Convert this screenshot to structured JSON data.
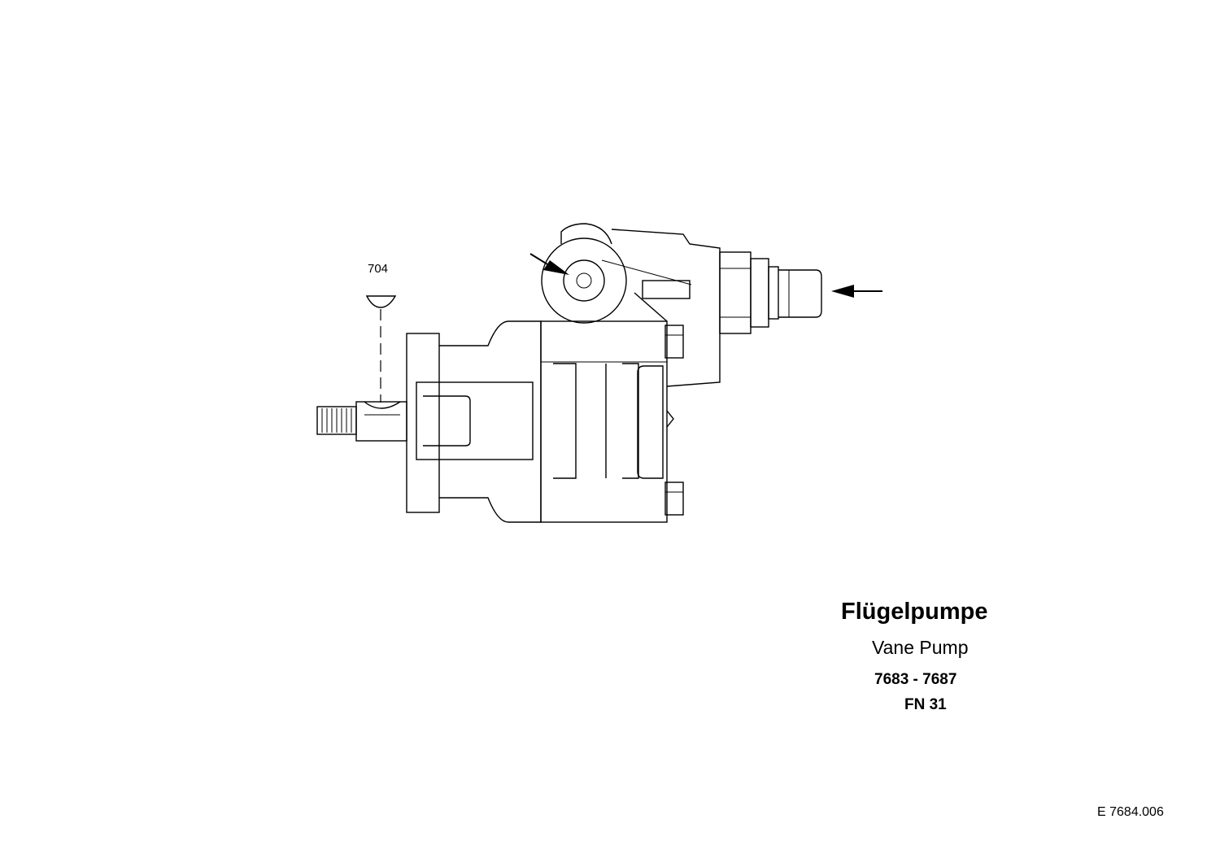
{
  "part_label": "704",
  "title_de": "Flügelpumpe",
  "title_en": "Vane Pump",
  "model_range": "7683 - 7687",
  "fn": "FN 31",
  "drawing_number": "E 7684.006"
}
